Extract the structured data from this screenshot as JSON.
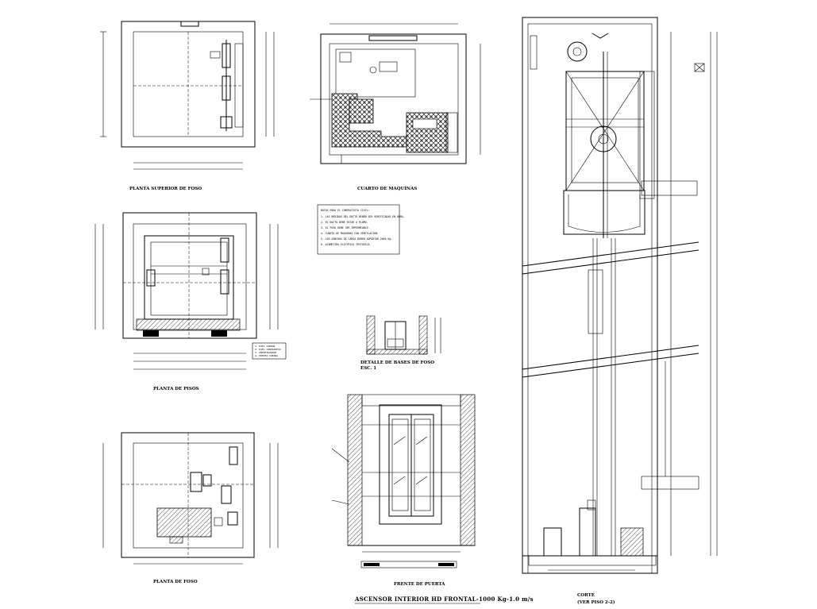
{
  "drawing": {
    "main_title": "ASCENSOR INTERIOR HD FRONTAL-1000 Kg-1.0 m/s"
  },
  "views": {
    "top_plan": {
      "caption": "PLANTA SUPERIOR DE FOSO"
    },
    "machine_room": {
      "caption": "CUARTO DE MAQUINAS"
    },
    "floor_plan": {
      "caption": "PLANTA DE PISOS"
    },
    "pit_plan": {
      "caption": "PLANTA DE FOSO"
    },
    "pit_detail": {
      "caption": "DETALLE DE BASES DE FOSO",
      "subcaption": "ESC. 1"
    },
    "door_front": {
      "caption": "FRENTE DE PUERTA"
    },
    "section": {
      "caption": "CORTE",
      "subcaption": "(VER PISO 2-2)"
    }
  },
  "notes_box": {
    "lines": [
      "NOTAS PARA EL CONTRATISTA CIVIL:",
      "1. LAS MEDIDAS DEL DUCTO DEBEN SER VERIFICADAS EN OBRA.",
      "2. EL DUCTO DEBE ESTAR A PLOMO.",
      "3. EL FOSO DEBE SER IMPERMEABLE.",
      "4. CUARTO DE MAQUINAS CON VENTILACION.",
      "5. LOS GANCHOS DE CARGA DEBEN SOPORTAR 2000 Kg.",
      "6. ACOMETIDA ELECTRICA TRIFASICA."
    ]
  },
  "legend_box": {
    "lines": [
      "1. RIEL CABINA",
      "2. RIEL CONTRAPESO",
      "3. AMORTIGUADOR",
      "4. PUERTA CABINA"
    ]
  },
  "colors": {
    "ink": "#000000",
    "paper": "#ffffff"
  }
}
